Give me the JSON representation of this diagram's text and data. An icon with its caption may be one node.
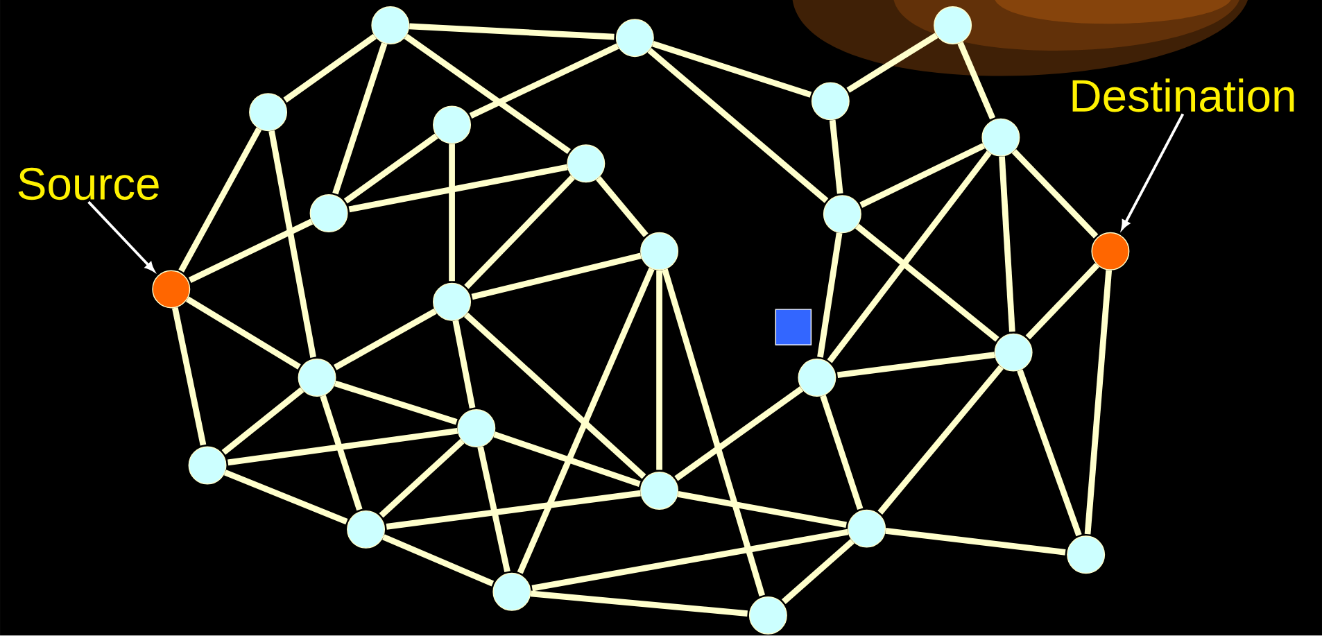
{
  "diagram": {
    "nodes": [
      {
        "text": [],
        "shape": "circle"
      },
      {
        "text": [],
        "shape": "circle"
      },
      {
        "text": [],
        "shape": "circle"
      },
      {
        "text": [
          "Destination"
        ]
      },
      {
        "text": [],
        "shape": "circle"
      },
      {
        "text": [],
        "shape": "circle"
      },
      {
        "text": [],
        "shape": "circle"
      },
      {
        "text": [],
        "shape": "circle"
      },
      {
        "text": [],
        "shape": "circle"
      },
      {
        "text": [
          "Source"
        ]
      },
      {
        "text": [],
        "shape": "circle"
      },
      {
        "text": [],
        "shape": "circle"
      },
      {
        "text": [],
        "shape": "circle"
      },
      {
        "text": [],
        "shape": "circle"
      },
      {
        "text": [],
        "shape": "circle"
      },
      {
        "text": [],
        "shape": "circle"
      },
      {
        "text": [],
        "shape": "box"
      },
      {
        "text": [],
        "shape": "circle"
      },
      {
        "text": [],
        "shape": "circle"
      },
      {
        "text": [],
        "shape": "circle"
      },
      {
        "text": [],
        "shape": "circle"
      },
      {
        "text": [],
        "shape": "circle"
      },
      {
        "text": [],
        "shape": "circle"
      },
      {
        "text": [],
        "shape": "circle"
      },
      {
        "text": [],
        "shape": "circle"
      },
      {
        "text": [],
        "shape": "circle"
      },
      {
        "text": [],
        "shape": "circle"
      },
      {
        "text": [],
        "shape": "circle"
      }
    ],
    "edges": [
      {
        "from": 0,
        "to": 5,
        "arrow": "none"
      },
      {
        "from": 0,
        "to": 2,
        "arrow": "none"
      },
      {
        "from": 0,
        "to": 10,
        "arrow": "none"
      },
      {
        "from": 0,
        "to": 8,
        "arrow": "none"
      },
      {
        "from": 2,
        "to": 6,
        "arrow": "none"
      },
      {
        "from": 2,
        "to": 4,
        "arrow": "none"
      },
      {
        "from": 2,
        "to": 11,
        "arrow": "none"
      },
      {
        "from": 1,
        "to": 4,
        "arrow": "none"
      },
      {
        "from": 1,
        "to": 7,
        "arrow": "none"
      },
      {
        "from": 5,
        "to": 14,
        "arrow": "none"
      },
      {
        "from": 5,
        "to": 18,
        "arrow": "none"
      },
      {
        "from": 4,
        "to": 11,
        "arrow": "none"
      },
      {
        "from": 6,
        "to": 10,
        "arrow": "none"
      },
      {
        "from": 6,
        "to": 15,
        "arrow": "none"
      },
      {
        "from": 7,
        "to": 11,
        "arrow": "none"
      },
      {
        "from": 7,
        "to": 13,
        "arrow": "none"
      },
      {
        "from": 7,
        "to": 17,
        "arrow": "none"
      },
      {
        "from": 7,
        "to": 19,
        "arrow": "none"
      },
      {
        "from": 8,
        "to": 10,
        "arrow": "none"
      },
      {
        "from": 8,
        "to": 15,
        "arrow": "none"
      },
      {
        "from": 8,
        "to": 12,
        "arrow": "none"
      },
      {
        "from": 10,
        "to": 14,
        "arrow": "none"
      },
      {
        "from": 11,
        "to": 19,
        "arrow": "none"
      },
      {
        "from": 11,
        "to": 17,
        "arrow": "none"
      },
      {
        "from": 14,
        "to": 18,
        "arrow": "none"
      },
      {
        "from": 14,
        "to": 21,
        "arrow": "none"
      },
      {
        "from": 12,
        "to": 15,
        "arrow": "none"
      },
      {
        "from": 12,
        "to": 22,
        "arrow": "none"
      },
      {
        "from": 12,
        "to": 26,
        "arrow": "none"
      },
      {
        "from": 12,
        "to": 27,
        "arrow": "none"
      },
      {
        "from": 13,
        "to": 17,
        "arrow": "none"
      },
      {
        "from": 13,
        "to": 25,
        "arrow": "none"
      },
      {
        "from": 15,
        "to": 18,
        "arrow": "none"
      },
      {
        "from": 15,
        "to": 20,
        "arrow": "none"
      },
      {
        "from": 15,
        "to": 22,
        "arrow": "none"
      },
      {
        "from": 17,
        "to": 19,
        "arrow": "none"
      },
      {
        "from": 17,
        "to": 24,
        "arrow": "none"
      },
      {
        "from": 17,
        "to": 25,
        "arrow": "none"
      },
      {
        "from": 18,
        "to": 20,
        "arrow": "none"
      },
      {
        "from": 18,
        "to": 21,
        "arrow": "none"
      },
      {
        "from": 18,
        "to": 23,
        "arrow": "none"
      },
      {
        "from": 19,
        "to": 22,
        "arrow": "none"
      },
      {
        "from": 19,
        "to": 24,
        "arrow": "none"
      },
      {
        "from": 20,
        "to": 21,
        "arrow": "none"
      },
      {
        "from": 20,
        "to": 23,
        "arrow": "none"
      },
      {
        "from": 20,
        "to": 22,
        "arrow": "none"
      },
      {
        "from": 20,
        "to": 26,
        "arrow": "none"
      },
      {
        "from": 21,
        "to": 23,
        "arrow": "none"
      },
      {
        "from": 22,
        "to": 23,
        "arrow": "none"
      },
      {
        "from": 22,
        "to": 24,
        "arrow": "none"
      },
      {
        "from": 23,
        "to": 26,
        "arrow": "none"
      },
      {
        "from": 24,
        "to": 26,
        "arrow": "none"
      },
      {
        "from": 24,
        "to": 27,
        "arrow": "none"
      },
      {
        "from": 24,
        "to": 25,
        "arrow": "none"
      },
      {
        "from": 26,
        "to": 27,
        "arrow": "none"
      },
      {
        "from": 9,
        "to": 14,
        "arrow": "to",
        "color": "#ffffff"
      },
      {
        "from": 3,
        "to": 13,
        "arrow": "to",
        "color": "#ffffff"
      }
    ]
  }
}
